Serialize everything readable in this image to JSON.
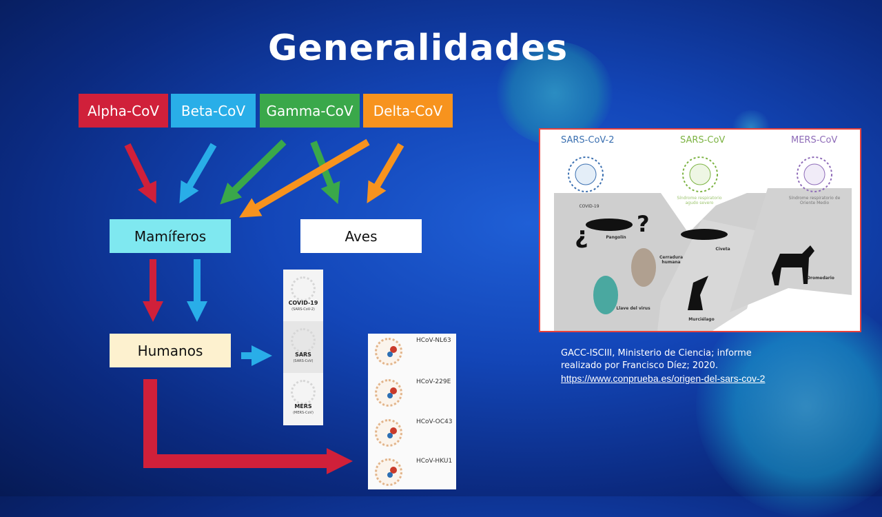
{
  "title": "Generalidades",
  "genera": [
    {
      "label": "Alpha-CoV",
      "color": "#d0203a"
    },
    {
      "label": "Beta-CoV",
      "color": "#29aee8"
    },
    {
      "label": "Gamma-CoV",
      "color": "#3aa84a"
    },
    {
      "label": "Delta-CoV",
      "color": "#f7931e"
    }
  ],
  "hosts": {
    "mamiferos": "Mamíferos",
    "aves": "Aves",
    "humanos": "Humanos"
  },
  "virus_card": [
    {
      "name": "COVID-19",
      "sub": "(SARS-CoV-2)"
    },
    {
      "name": "SARS",
      "sub": "(SARS-CoV)"
    },
    {
      "name": "MERS",
      "sub": "(MERS-CoV)"
    }
  ],
  "hcov_card": [
    "HCoV-NL63",
    "HCoV-229E",
    "HCoV-OC43",
    "HCoV-HKU1"
  ],
  "figure": {
    "headers": [
      {
        "label": "SARS-CoV-2",
        "color": "#3a6fb0"
      },
      {
        "label": "SARS-CoV",
        "color": "#7cb342"
      },
      {
        "label": "MERS-CoV",
        "color": "#8e6bb8"
      }
    ],
    "disease1": "COVID-19",
    "disease2": "Síndrome respiratorio agudo severo",
    "disease3": "Síndrome respiratorio de Oriente Medio",
    "pangolin": "Pangolín",
    "cerradura": "Cerradura humana",
    "civeta": "Civeta",
    "dromedario": "Dromedario",
    "llave": "Llave del virus",
    "murcielago": "Murciélago"
  },
  "caption": {
    "line1": "GACC-ISCIII, Ministerio de Ciencia; informe",
    "line2": "realizado por Francisco Díez; 2020.",
    "link": "https://www.conprueba.es/origen-del-sars-cov-2"
  }
}
